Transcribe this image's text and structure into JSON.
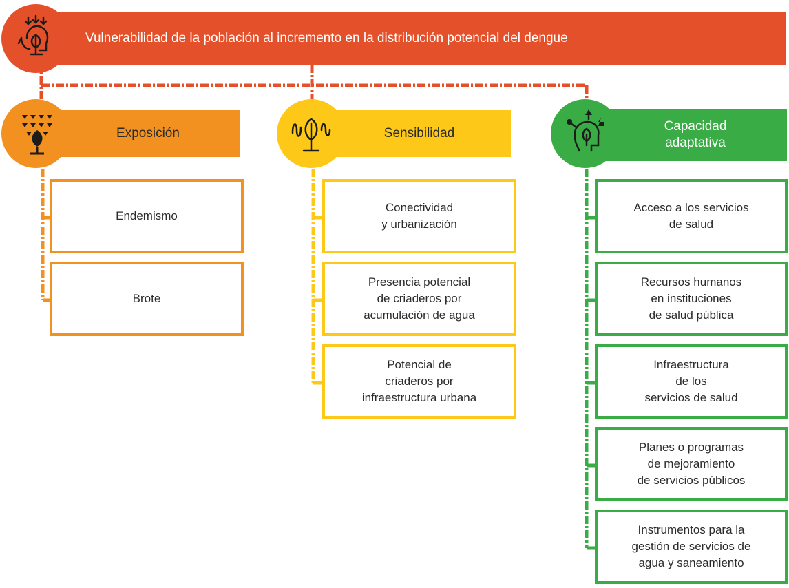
{
  "title": "Vulnerabilidad de la población al incremento en la distribución potencial del dengue",
  "colors": {
    "top": "#e4502a",
    "exposicion": "#f29120",
    "sensibilidad": "#fdc818",
    "capacidad": "#3aac45"
  },
  "categories": [
    {
      "label": "Exposición",
      "icon": "tree-branches-icon",
      "items": [
        "Endemismo",
        "Brote"
      ]
    },
    {
      "label": "Sensibilidad",
      "icon": "sprout-waves-icon",
      "items": [
        "Conectividad\ny urbanización",
        "Presencia potencial\nde criaderos por\nacumulación de agua",
        "Potencial de\ncriaderos por\ninfraestructura urbana"
      ]
    },
    {
      "label": "Capacidad\nadaptativa",
      "icon": "head-growth-icon",
      "items": [
        "Acceso a los servicios\nde salud",
        "Recursos humanos\nen instituciones\nde salud pública",
        "Infraestructura\nde los\nservicios de salud",
        "Planes o programas\nde mejoramiento\nde servicios públicos",
        "Instrumentos para la\ngestión de servicios de\nagua y saneamiento"
      ]
    }
  ]
}
